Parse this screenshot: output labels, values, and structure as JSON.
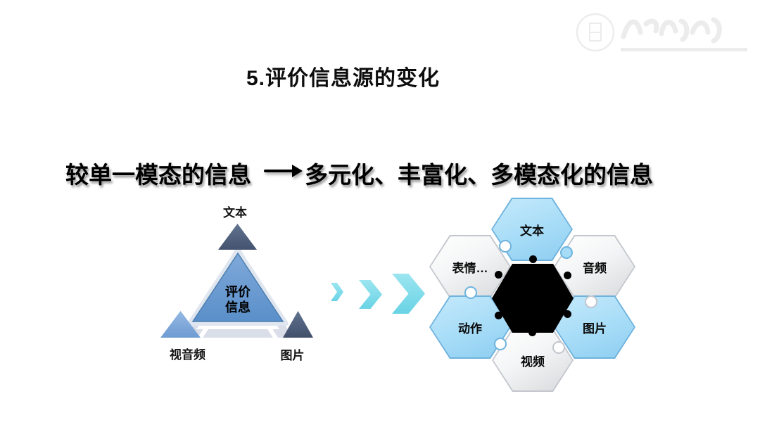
{
  "slide": {
    "title": "5.评价信息源的变化",
    "statement": {
      "left": "较单一模态的信息",
      "right": "多元化、丰富化、多模态化的信息"
    }
  },
  "triangle_diagram": {
    "center": {
      "line1": "评价",
      "line2": "信息"
    },
    "labels": {
      "top": "文本",
      "bottom_left": "视音频",
      "bottom_right": "图片"
    }
  },
  "hexagon_diagram": {
    "items": [
      {
        "label": "文本",
        "style": "blue"
      },
      {
        "label": "表情…",
        "style": "gray"
      },
      {
        "label": "音频",
        "style": "gray"
      },
      {
        "label": "动作",
        "style": "blue"
      },
      {
        "label": "图片",
        "style": "blue"
      },
      {
        "label": "视频",
        "style": "gray"
      }
    ]
  },
  "icons": {
    "statement_arrow": "long-right-arrow",
    "transition_chevrons": "triple-chevron-right",
    "watermark": "university-seal-watermark"
  },
  "colors": {
    "hex_blue": "#a6dcf7",
    "hex_gray_light": "#f4f5f6",
    "hex_black": "#000000",
    "triangle_dark_slate": "#4d5f7e",
    "triangle_light_blue": "#7da8da",
    "triangle_center_blue": "#6095ce",
    "ring_gray": "#d9dee9",
    "chevron_cyan": "#79d8e8"
  }
}
